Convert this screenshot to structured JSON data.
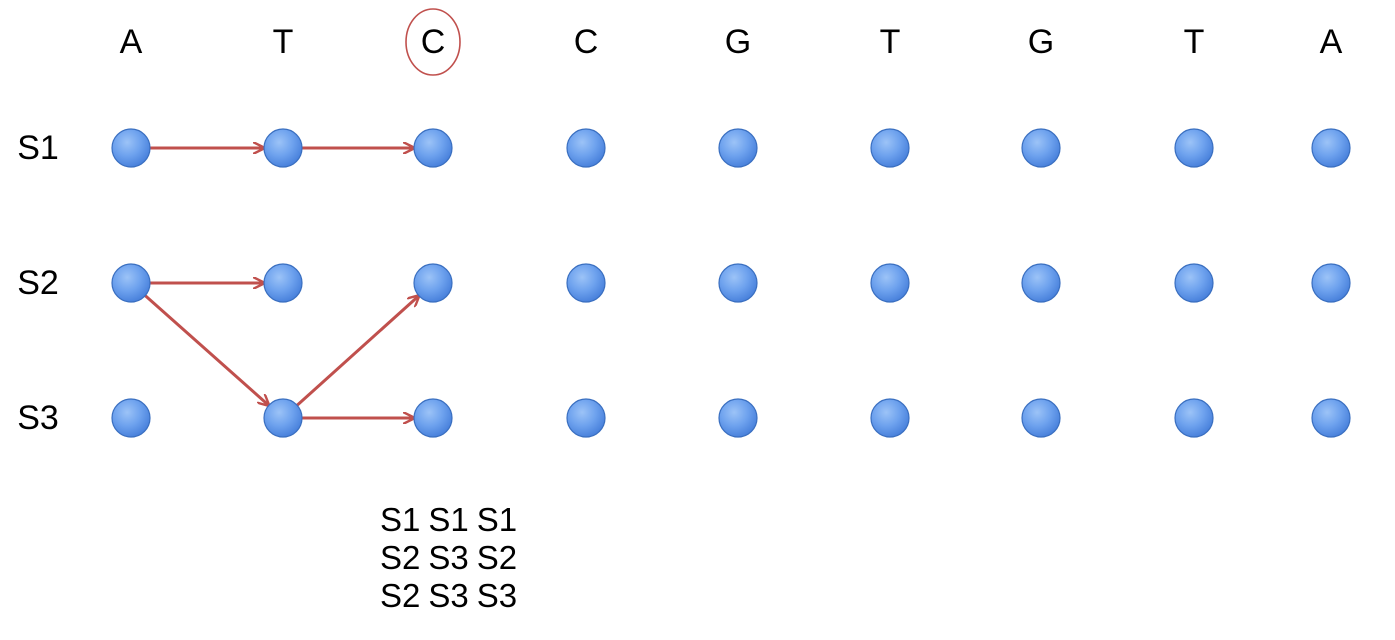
{
  "sequence": [
    "A",
    "T",
    "C",
    "C",
    "G",
    "T",
    "G",
    "T",
    "A"
  ],
  "highlighted_index": 2,
  "states": [
    "S1",
    "S2",
    "S3"
  ],
  "transitions": [
    {
      "from": [
        "S1",
        0
      ],
      "to": [
        "S1",
        1
      ]
    },
    {
      "from": [
        "S1",
        1
      ],
      "to": [
        "S1",
        2
      ]
    },
    {
      "from": [
        "S2",
        0
      ],
      "to": [
        "S2",
        1
      ]
    },
    {
      "from": [
        "S2",
        0
      ],
      "to": [
        "S3",
        1
      ]
    },
    {
      "from": [
        "S3",
        1
      ],
      "to": [
        "S2",
        2
      ]
    },
    {
      "from": [
        "S3",
        1
      ],
      "to": [
        "S3",
        2
      ]
    }
  ],
  "paths": [
    [
      "S1",
      "S1",
      "S1"
    ],
    [
      "S2",
      "S3",
      "S2"
    ],
    [
      "S2",
      "S3",
      "S3"
    ]
  ],
  "colors": {
    "node_fill": "#5f97e8",
    "node_stroke": "#3a6fc0",
    "arrow": "#c0504d",
    "highlight": "#c0504d"
  }
}
